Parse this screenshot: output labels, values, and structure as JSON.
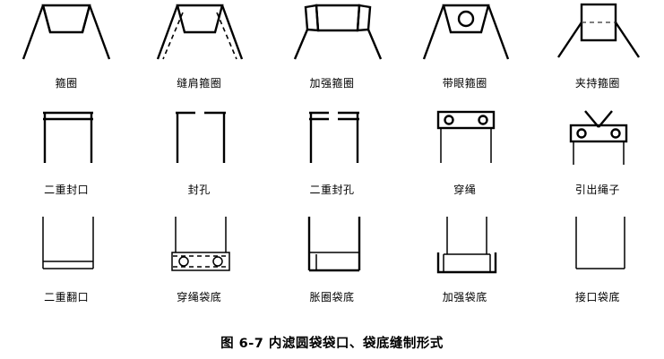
{
  "figure": {
    "caption": "图 6-7 内滤圆袋袋口、袋底缝制形式",
    "rows": [
      {
        "name": "collar-ring-row",
        "items": [
          {
            "label": "箍圈",
            "icon": "trapezoid-collar-icon"
          },
          {
            "label": "缝肩箍圈",
            "icon": "shoulder-sewn-collar-icon"
          },
          {
            "label": "加强箍圈",
            "icon": "reinforced-collar-icon"
          },
          {
            "label": "带眼箍圈",
            "icon": "eyelet-collar-icon"
          },
          {
            "label": "夹持箍圈",
            "icon": "clamped-collar-icon"
          }
        ]
      },
      {
        "name": "bag-mouth-row",
        "items": [
          {
            "label": "二重封口",
            "icon": "double-seal-mouth-icon"
          },
          {
            "label": "封孔",
            "icon": "sealed-hole-icon"
          },
          {
            "label": "二重封孔",
            "icon": "double-sealed-hole-icon"
          },
          {
            "label": "穿绳",
            "icon": "rope-threaded-icon"
          },
          {
            "label": "引出绳子",
            "icon": "rope-pullout-icon"
          }
        ]
      },
      {
        "name": "bag-bottom-row",
        "items": [
          {
            "label": "二重翻口",
            "icon": "double-folded-mouth-icon"
          },
          {
            "label": "穿绳袋底",
            "icon": "rope-threaded-bottom-icon"
          },
          {
            "label": "胀圈袋底",
            "icon": "expansion-ring-bottom-icon"
          },
          {
            "label": "加强袋底",
            "icon": "reinforced-bottom-icon"
          },
          {
            "label": "接口袋底",
            "icon": "joint-bottom-icon"
          }
        ]
      }
    ]
  },
  "colors": {
    "line": "#000000",
    "background": "#ffffff"
  }
}
